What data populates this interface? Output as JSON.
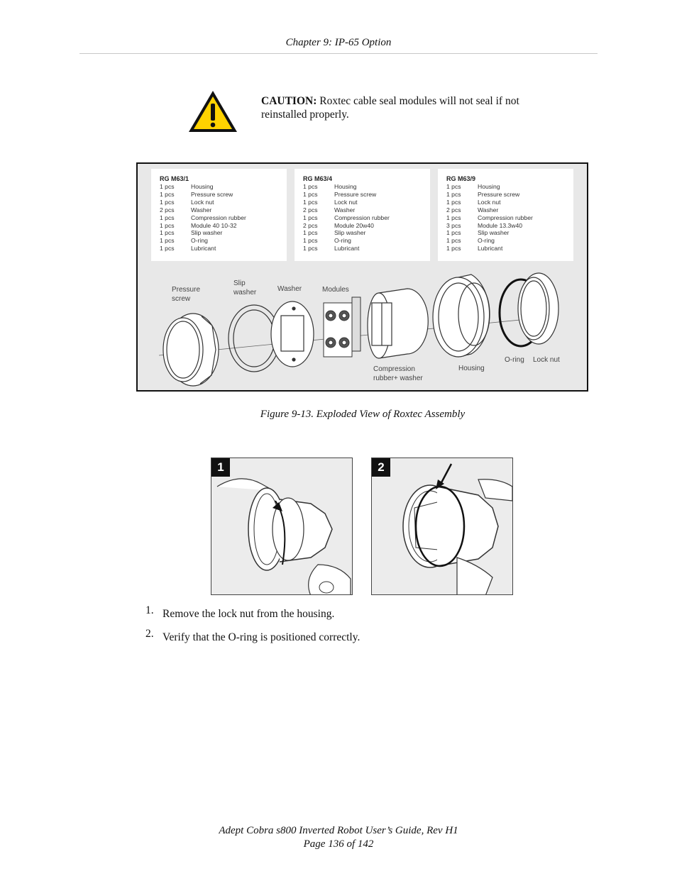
{
  "header": {
    "chapter": "Chapter 9: IP-65 Option"
  },
  "caution": {
    "label": "CAUTION:",
    "text": "Roxtec cable seal modules will not seal if not reinstalled properly.",
    "icon": "warning-triangle-icon",
    "icon_color": "#ffd200"
  },
  "figure": {
    "parts_lists": [
      {
        "title": "RG M63/1",
        "items": [
          {
            "qty": "1 pcs",
            "name": "Housing"
          },
          {
            "qty": "1 pcs",
            "name": "Pressure screw"
          },
          {
            "qty": "1 pcs",
            "name": "Lock nut"
          },
          {
            "qty": "2 pcs",
            "name": "Washer"
          },
          {
            "qty": "1 pcs",
            "name": "Compression rubber"
          },
          {
            "qty": "1 pcs",
            "name": "Module 40 10-32"
          },
          {
            "qty": "1 pcs",
            "name": "Slip washer"
          },
          {
            "qty": "1 pcs",
            "name": "O-ring"
          },
          {
            "qty": "1 pcs",
            "name": "Lubricant"
          }
        ]
      },
      {
        "title": "RG M63/4",
        "items": [
          {
            "qty": "1 pcs",
            "name": "Housing"
          },
          {
            "qty": "1 pcs",
            "name": "Pressure screw"
          },
          {
            "qty": "1 pcs",
            "name": "Lock nut"
          },
          {
            "qty": "2 pcs",
            "name": "Washer"
          },
          {
            "qty": "1 pcs",
            "name": "Compression rubber"
          },
          {
            "qty": "2 pcs",
            "name": "Module 20w40"
          },
          {
            "qty": "1 pcs",
            "name": "Slip washer"
          },
          {
            "qty": "1 pcs",
            "name": "O-ring"
          },
          {
            "qty": "1 pcs",
            "name": "Lubricant"
          }
        ]
      },
      {
        "title": "RG M63/9",
        "items": [
          {
            "qty": "1 pcs",
            "name": "Housing"
          },
          {
            "qty": "1 pcs",
            "name": "Pressure screw"
          },
          {
            "qty": "1 pcs",
            "name": "Lock nut"
          },
          {
            "qty": "2 pcs",
            "name": "Washer"
          },
          {
            "qty": "1 pcs",
            "name": "Compression rubber"
          },
          {
            "qty": "3 pcs",
            "name": "Module 13.3w40"
          },
          {
            "qty": "1 pcs",
            "name": "Slip washer"
          },
          {
            "qty": "1 pcs",
            "name": "O-ring"
          },
          {
            "qty": "1 pcs",
            "name": "Lubricant"
          }
        ]
      }
    ],
    "labels": {
      "pressure_screw": "Pressure\nscrew",
      "slip_washer": "Slip\nwasher",
      "washer": "Washer",
      "modules": "Modules",
      "compression": "Compression\nrubber+ washer",
      "housing": "Housing",
      "oring": "O-ring",
      "lock_nut": "Lock nut"
    },
    "caption": "Figure 9-13. Exploded View of Roxtec Assembly"
  },
  "steps_photos": {
    "badge1": "1",
    "badge2": "2"
  },
  "steps": [
    {
      "num": "1.",
      "text": "Remove the lock nut from the housing."
    },
    {
      "num": "2.",
      "text": "Verify that the O-ring is positioned correctly."
    }
  ],
  "footer": {
    "title": "Adept Cobra s800 Inverted Robot User’s Guide, Rev H1",
    "page": "Page 136 of 142"
  }
}
